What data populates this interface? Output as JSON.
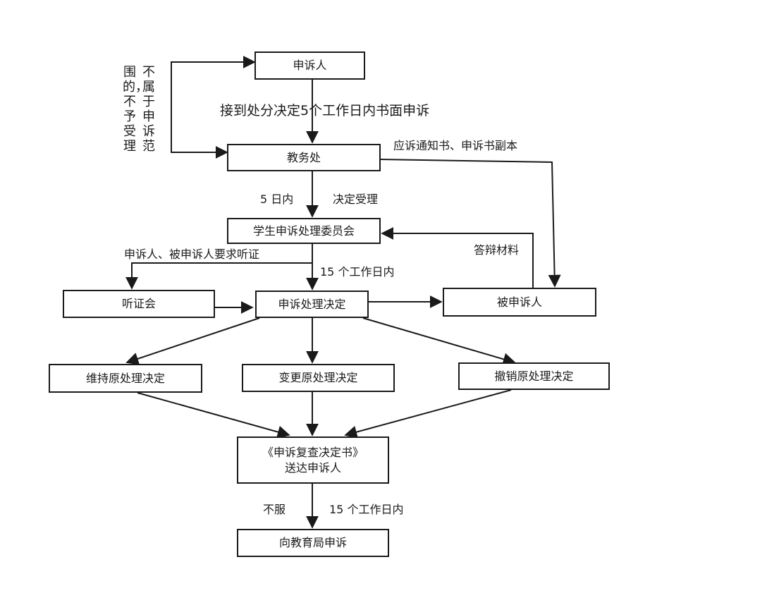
{
  "nodes": {
    "complainant": "申诉人",
    "academic_affairs": "教务处",
    "committee": "学生申诉处理委员会",
    "hearing": "听证会",
    "decision": "申诉处理决定",
    "respondent": "被申诉人",
    "maintain": "维持原处理决定",
    "change": "变更原处理决定",
    "revoke": "撤销原处理决定",
    "review_line1": "《申诉复查决定书》",
    "review_line2": "送达申诉人",
    "education_bureau": "向教育局申诉"
  },
  "labels": {
    "deadline_written": "接到处分决定5个工作日内书面申诉",
    "out_of_scope_col1": "不属于申诉范",
    "out_of_scope_col2": "围的，不予受理",
    "notice_copy": "应诉通知书、申诉书副本",
    "five_days": "5 日内",
    "accept": "决定受理",
    "request_hearing": "申诉人、被申诉人要求听证",
    "defense_materials": "答辩材料",
    "fifteen_days_1": "15 个工作日内",
    "disagree": "不服",
    "fifteen_days_2": "15 个工作日内"
  }
}
